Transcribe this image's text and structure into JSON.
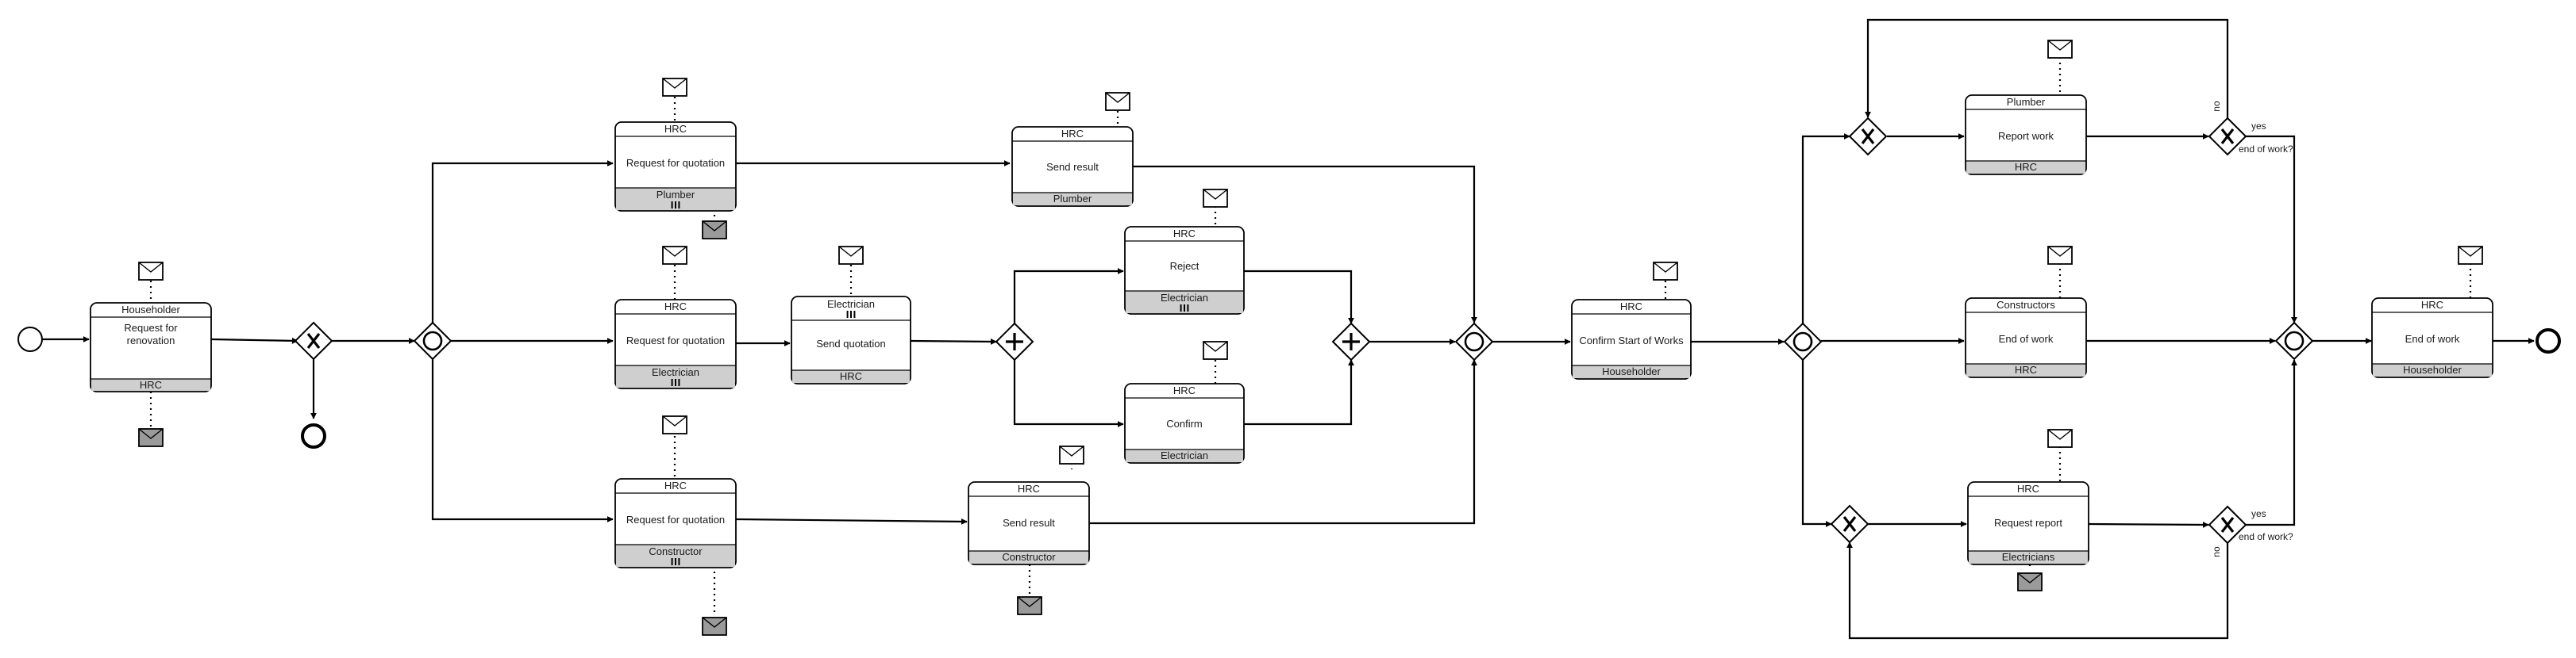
{
  "diagram": {
    "tasks": [
      {
        "id": "renovation",
        "participant": "Householder",
        "name": "Request for renovation",
        "initiator": "HRC",
        "multi": false
      },
      {
        "id": "rfq-plumber",
        "participant": "HRC",
        "name": "Request for quotation",
        "initiator": "Plumber",
        "multi": true
      },
      {
        "id": "rfq-electrician",
        "participant": "HRC",
        "name": "Request for quotation",
        "initiator": "Electrician",
        "multi": true
      },
      {
        "id": "rfq-constructor",
        "participant": "HRC",
        "name": "Request for quotation",
        "initiator": "Constructor",
        "multi": true
      },
      {
        "id": "send-quotation",
        "participant": "Electrician",
        "name": "Send quotation",
        "initiator": "HRC",
        "multi": true,
        "multi_top": true
      },
      {
        "id": "send-result-plumber",
        "participant": "HRC",
        "name": "Send result",
        "initiator": "Plumber",
        "multi": false
      },
      {
        "id": "send-result-constructor",
        "participant": "HRC",
        "name": "Send result",
        "initiator": "Constructor",
        "multi": false
      },
      {
        "id": "reject",
        "participant": "HRC",
        "name": "Reject",
        "initiator": "Electrician",
        "multi": true
      },
      {
        "id": "confirm",
        "participant": "HRC",
        "name": "Confirm",
        "initiator": "Electrician",
        "multi": false
      },
      {
        "id": "confirm-start",
        "participant": "HRC",
        "name": "Confirm Start of Works",
        "initiator": "Householder",
        "multi": false
      },
      {
        "id": "report-work",
        "participant": "Plumber",
        "name": "Report work",
        "initiator": "HRC",
        "multi": false
      },
      {
        "id": "end-of-work-constructors",
        "participant": "Constructors",
        "name": "End of work",
        "initiator": "HRC",
        "multi": false
      },
      {
        "id": "request-report",
        "participant": "HRC",
        "name": "Request report",
        "initiator": "Electricians",
        "multi": false
      },
      {
        "id": "end-of-work-final",
        "participant": "HRC",
        "name": "End of work",
        "initiator": "Householder",
        "multi": false
      }
    ],
    "gateway_labels": {
      "upper_yes": "yes",
      "upper_condition": "end of work?",
      "upper_no": "no",
      "lower_yes": "yes",
      "lower_condition": "end of work?",
      "lower_no": "no"
    }
  }
}
